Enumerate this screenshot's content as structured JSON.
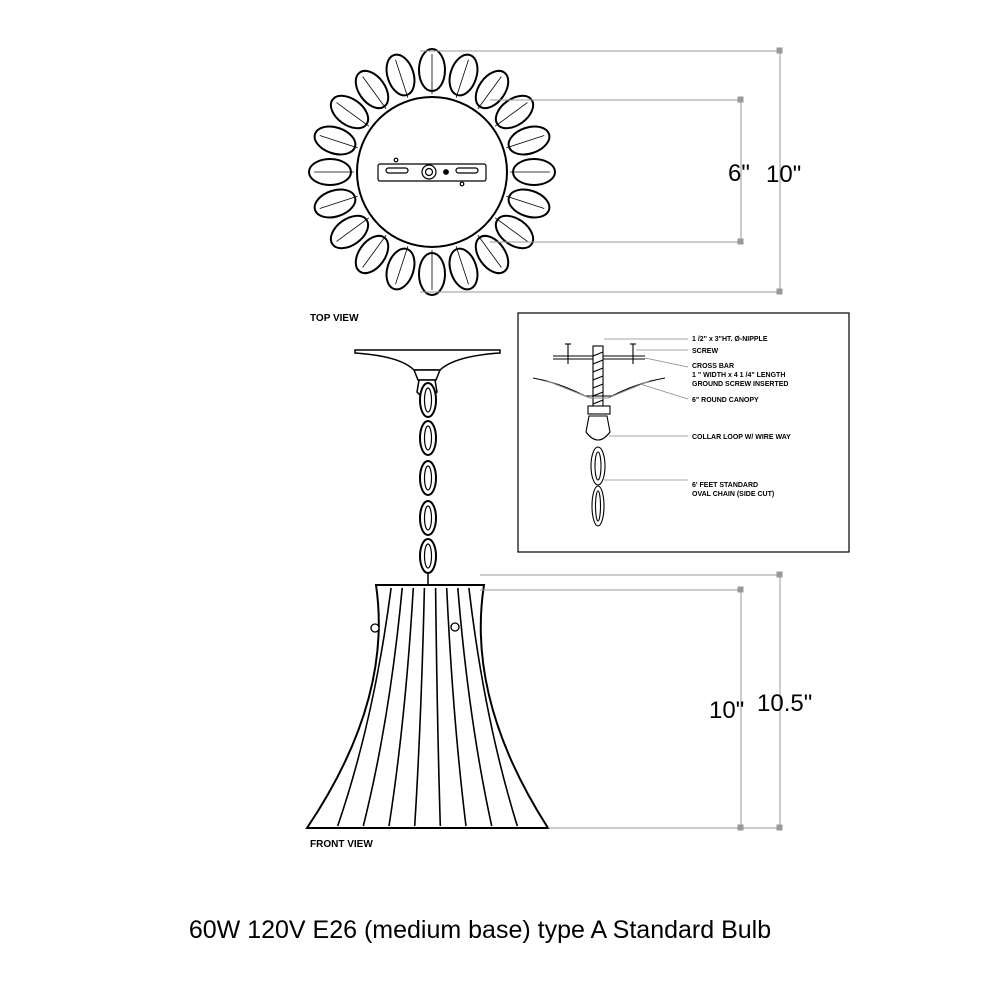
{
  "views": {
    "top_view_label": "TOP VIEW",
    "front_view_label": "FRONT VIEW"
  },
  "dimensions": {
    "top_inner": "6\"",
    "top_outer": "10\"",
    "front_inner": "10\"",
    "front_outer": "10.5\""
  },
  "detail_callouts": [
    "1 /2\" x 3\"HT. Ø-NIPPLE",
    "SCREW",
    "CROSS BAR",
    "1 \" WIDTH x 4 1 /4\" LENGTH",
    "GROUND SCREW INSERTED",
    "6\" ROUND CANOPY",
    "COLLAR LOOP W/ WIRE WAY",
    "6' FEET STANDARD",
    "OVAL CHAIN (SIDE CUT)"
  ],
  "bulb_spec": "60W 120V E26 (medium base) type A Standard Bulb"
}
